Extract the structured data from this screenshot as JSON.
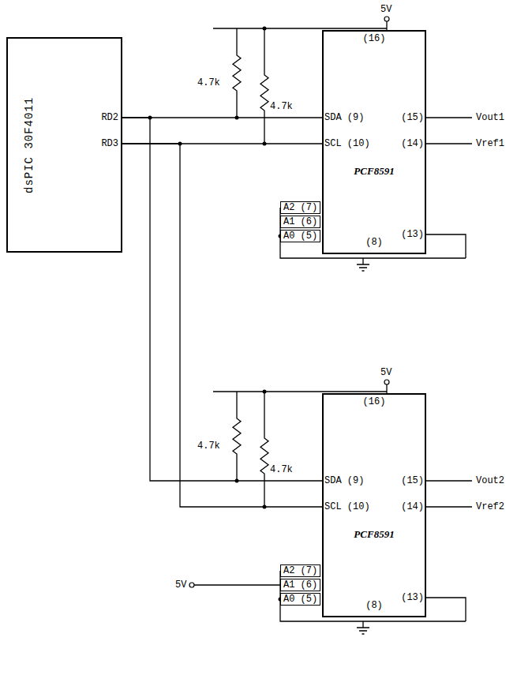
{
  "diagram": {
    "nodes": [
      {
        "text": [
          "dsPIC 30F4011",
          "RD2",
          "RD3"
        ]
      },
      {
        "text": [
          "(16)",
          "SDA (9)",
          "SCL (10)",
          "(15)",
          "(14)",
          "PCF8591",
          "A2 (7)",
          "A1 (6)",
          "A0 (5)",
          "(13)",
          "(8)"
        ]
      },
      {
        "text": [
          "(16)",
          "SDA (9)",
          "SCL (10)",
          "(15)",
          "(14)",
          "PCF8591",
          "A2 (7)",
          "A1 (6)",
          "A0 (5)",
          "(13)",
          "(8)"
        ]
      }
    ],
    "edges": [
      {
        "from": 0,
        "to": 1,
        "arrow": "none"
      },
      {
        "from": 0,
        "to": 1,
        "arrow": "none"
      },
      {
        "from": 0,
        "to": 2,
        "arrow": "none"
      },
      {
        "from": 0,
        "to": 2,
        "arrow": "none"
      }
    ],
    "labels": [
      "5V",
      "4.7k",
      "4.7k",
      "Vout1",
      "Vref1",
      "5V",
      "4.7k",
      "4.7k",
      "Vout2",
      "Vref2",
      "5V"
    ]
  }
}
